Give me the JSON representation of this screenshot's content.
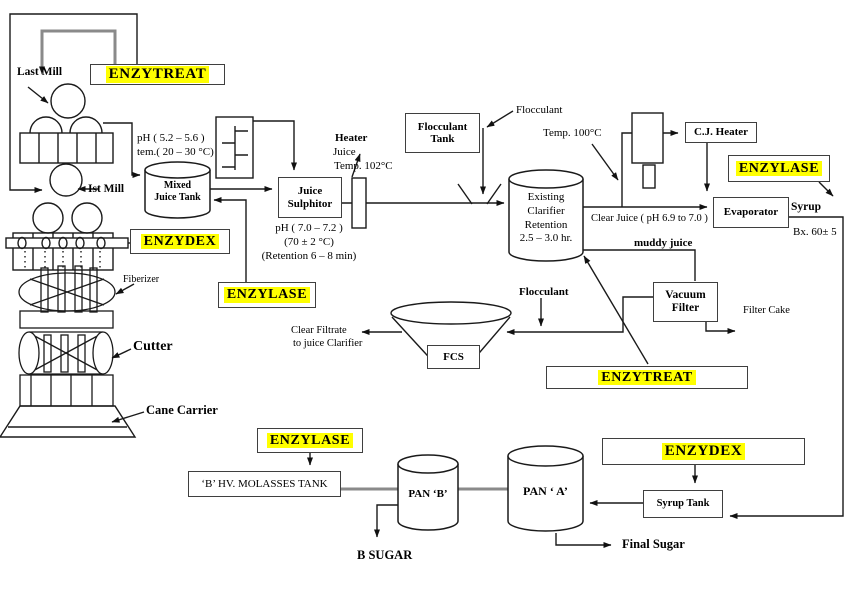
{
  "colors": {
    "line": "#1a1a1a",
    "gray_pipe": "#8a8a8a",
    "highlight": "#ffff00"
  },
  "enzyme_boxes": {
    "top": "ENZYTREAT",
    "mill": "ENZYDEX",
    "juice_tank": "ENZYLASE",
    "clarifier_mud": "ENZYTREAT",
    "evaporator": "ENZYLASE",
    "molasses": "ENZYLASE",
    "syrup": "ENZYDEX"
  },
  "equipment": {
    "mixed_juice_tank": [
      "Mixed",
      "Juice Tank"
    ],
    "juice_sulphitor": [
      "Juice",
      "Sulphitor"
    ],
    "flocculant_tank": [
      "Flocculant",
      "Tank"
    ],
    "clarifier": [
      "Existing",
      "Clarifier",
      "Retention",
      "2.5 – 3.0 hr."
    ],
    "cj_heater": "C.J. Heater",
    "evaporator": "Evaporator",
    "vacuum_filter": [
      "Vacuum",
      "Filter"
    ],
    "fcs": "FCS",
    "molasses_tank": "‘B’ HV. MOLASSES TANK",
    "pan_b": "PAN ‘B’",
    "pan_a": "PAN ‘ A’",
    "syrup_tank": "Syrup Tank"
  },
  "annotations": {
    "last_mill": "Last Mill",
    "first_mill": "Ist Mill",
    "ph_mill_1": "pH ( 5.2 – 5.6 )",
    "ph_mill_2": "tem.( 20 – 30 °C)",
    "heater": "Heater",
    "juice": "Juice",
    "temp_102": "Temp. 102°C",
    "ph_sulphitor_1": "pH ( 7.0 – 7.2 )",
    "ph_sulphitor_2": "(70 ± 2 °C)",
    "ph_sulphitor_3": "(Retention 6 – 8 min)",
    "flocculant_top": "Flocculant",
    "temp_100": "Temp. 100°C",
    "clear_juice": "Clear Juice ( pH  6.9 to 7.0 )",
    "muddy_juice": "muddy juice",
    "filter_cake": "Filter Cake",
    "flocculant_mid": "Flocculant",
    "clear_filtrate_1": "Clear Filtrate",
    "clear_filtrate_2": "to juice Clarifier",
    "fiberizer": "Fiberizer",
    "cutter": "Cutter",
    "cane_carrier": "Cane Carrier",
    "syrup": "Syrup",
    "brix": "Bx. 60± 5",
    "b_sugar": "B SUGAR",
    "final_sugar": "Final Sugar"
  }
}
